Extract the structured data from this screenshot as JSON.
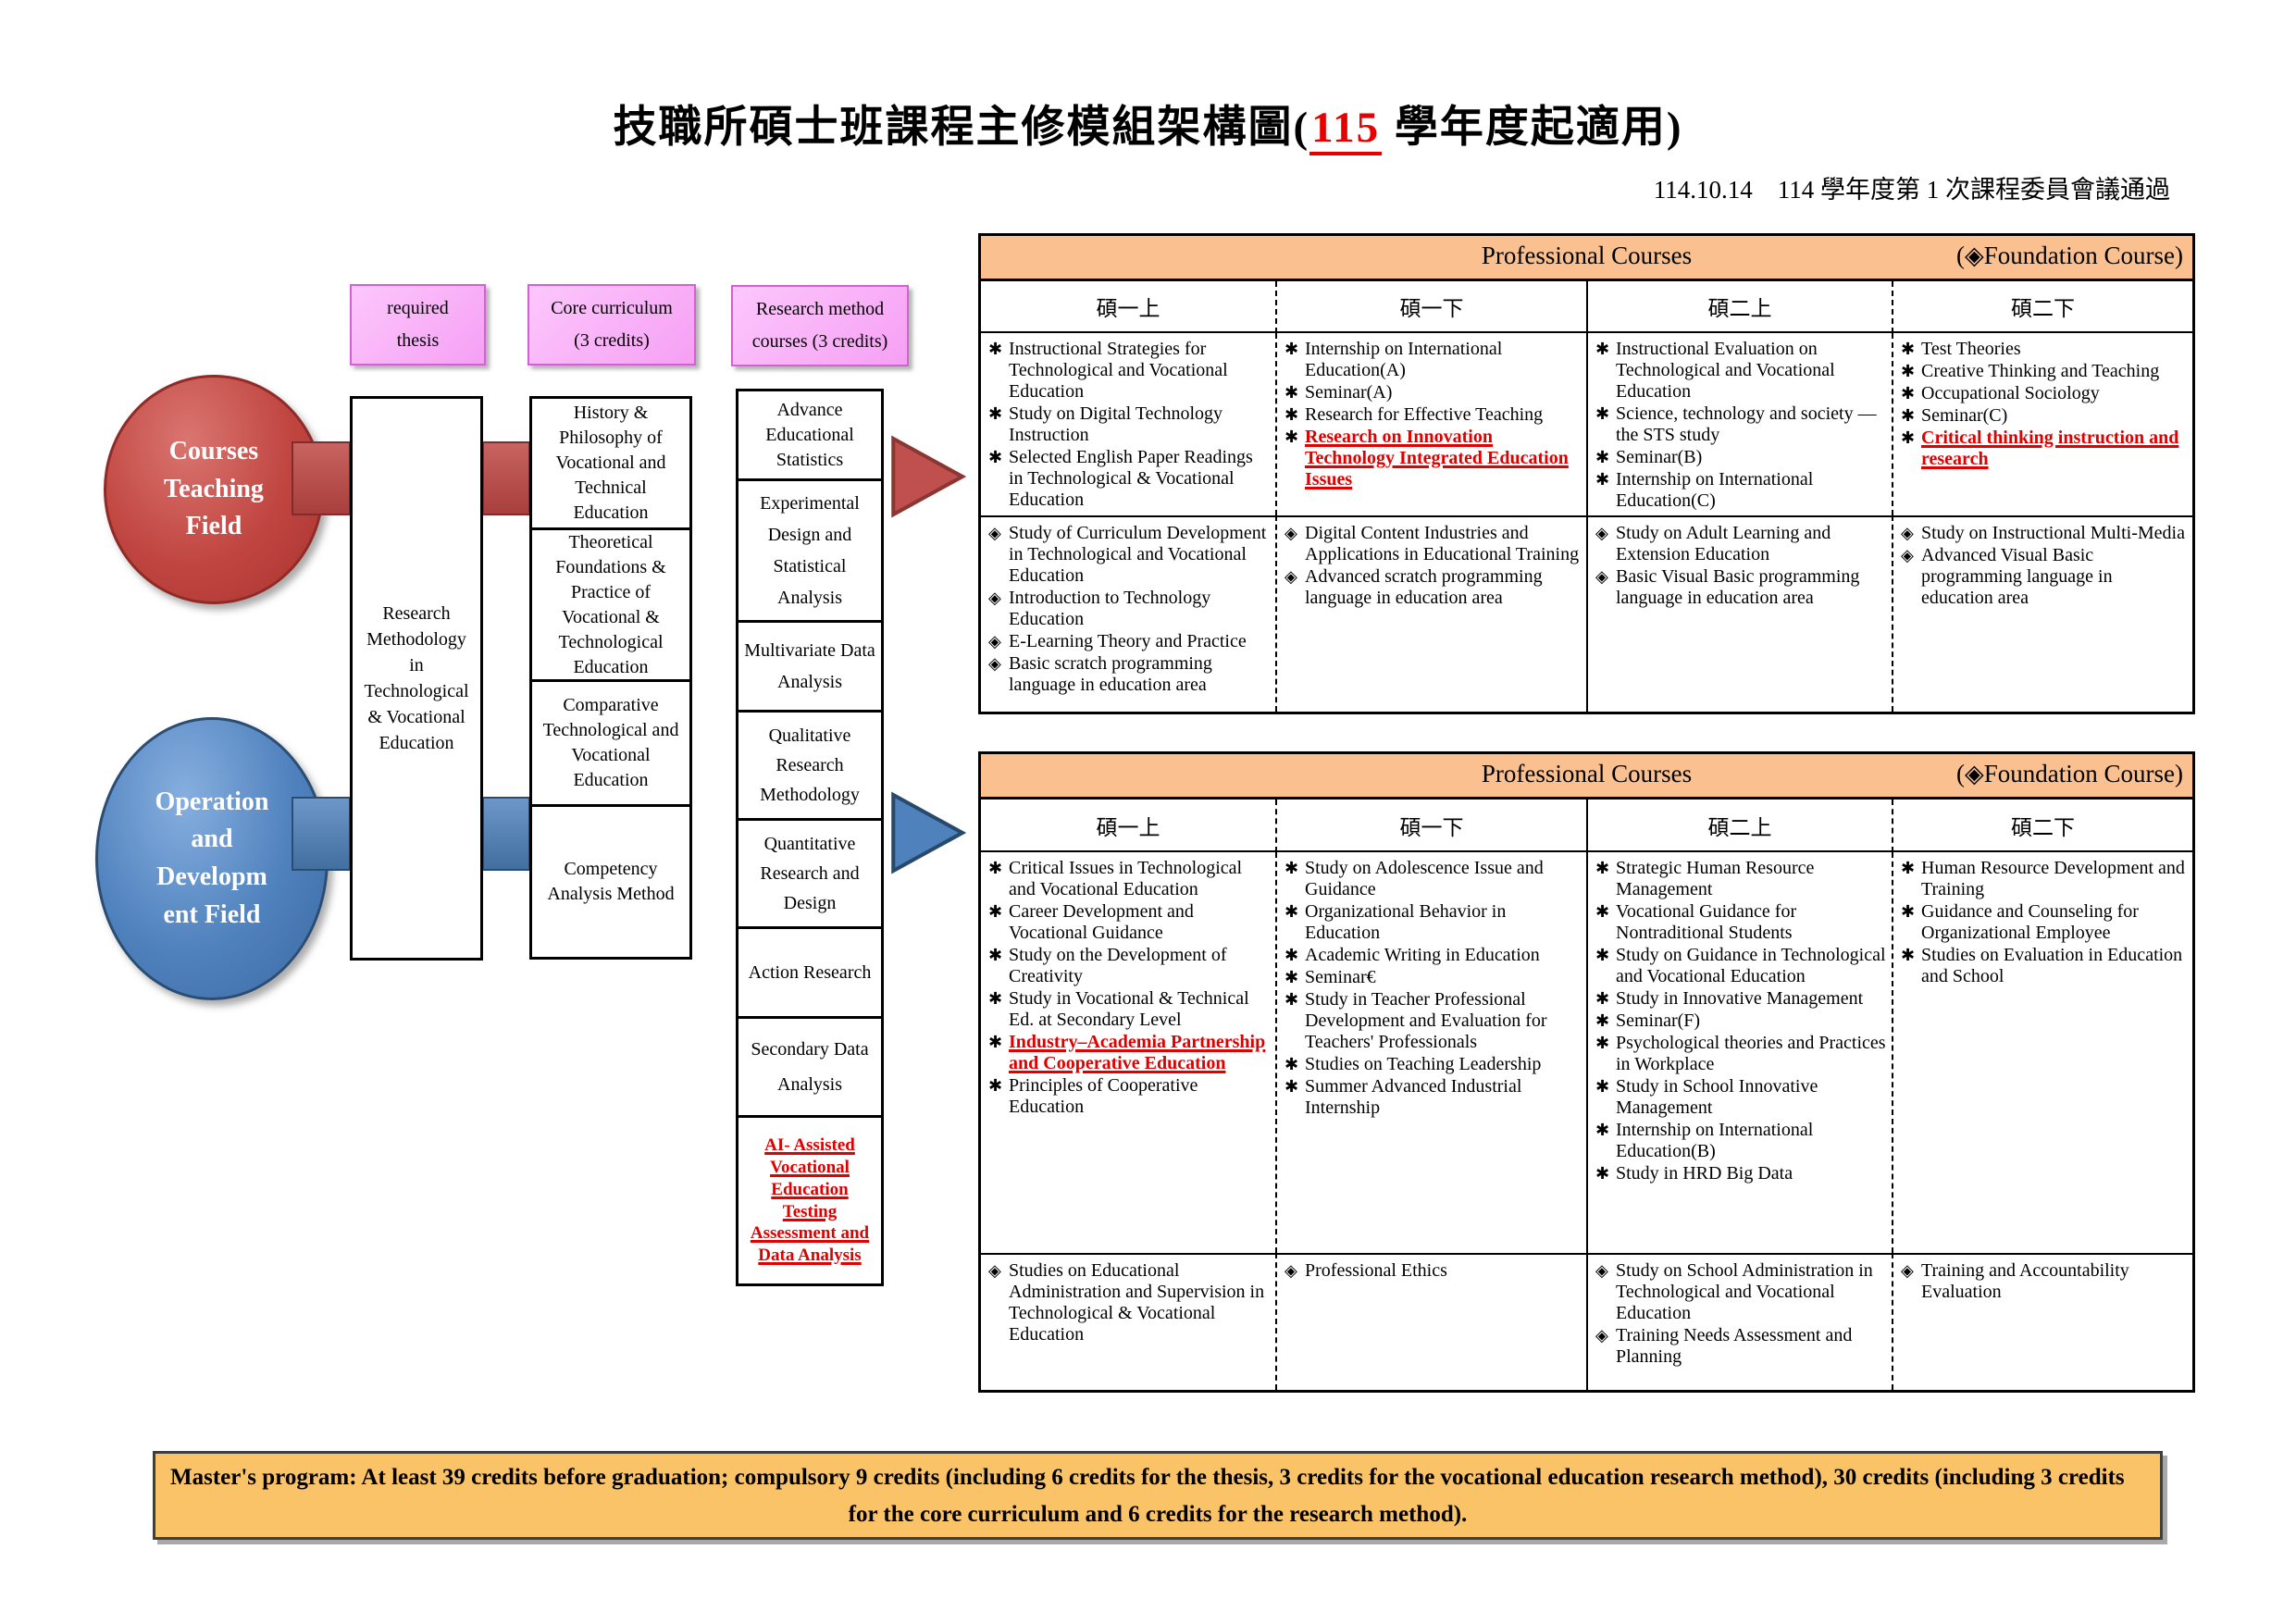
{
  "title": {
    "prefix": "技職所碩士班課程主修模組架構圖(",
    "highlight": "115",
    "suffix": " 學年度起適用)"
  },
  "subtitle": "114.10.14　114 學年度第 1 次課程委員會議通過",
  "symbols": {
    "professional": "✱",
    "foundation": "◈"
  },
  "flow": {
    "pink_boxes": [
      {
        "lines": [
          "required",
          "thesis"
        ]
      },
      {
        "lines": [
          "Core curriculum",
          "(3 credits)"
        ]
      },
      {
        "lines": [
          "Research method",
          "courses (3 credits)"
        ]
      }
    ],
    "fields": [
      {
        "lines": [
          "Courses",
          "Teaching",
          "Field"
        ]
      },
      {
        "lines": [
          "Operation",
          "and",
          "Developm",
          "ent Field"
        ]
      }
    ],
    "methodology_box": "Research Methodology in Technological & Vocational Education",
    "core_boxes": [
      "History & Philosophy of Vocational and Technical Education",
      "Theoretical Foundations & Practice of Vocational & Technological Education",
      "Comparative Technological and Vocational Education",
      "Competency Analysis Method"
    ],
    "method_boxes": [
      {
        "text": "Advance Educational Statistics"
      },
      {
        "text": "Experimental Design and Statistical Analysis"
      },
      {
        "text": "Multivariate Data Analysis"
      },
      {
        "text": "Qualitative Research Methodology"
      },
      {
        "text": "Quantitative Research and Design"
      },
      {
        "text": "Action Research"
      },
      {
        "text": "Secondary Data Analysis"
      },
      {
        "text": "AI- Assisted Vocational Education Testing Assessment and Data Analysis",
        "highlight": true
      }
    ]
  },
  "tables": [
    {
      "header": "Professional  Courses",
      "header_note": "(◈Foundation  Course)",
      "columns": [
        "碩一上",
        "碩一下",
        "碩二上",
        "碩二下"
      ],
      "professional": [
        [
          {
            "text": "Instructional Strategies for Technological and Vocational Education"
          },
          {
            "text": "Study on Digital Technology Instruction"
          },
          {
            "text": "Selected English Paper Readings in Technological & Vocational Education"
          }
        ],
        [
          {
            "text": "Internship on International Education(A)"
          },
          {
            "text": "Seminar(A)"
          },
          {
            "text": "Research for Effective Teaching"
          },
          {
            "text": "Research on Innovation Technology Integrated Education Issues",
            "highlight": true
          }
        ],
        [
          {
            "text": "Instructional Evaluation on Technological and Vocational Education"
          },
          {
            "text": "Science, technology and society — the STS study"
          },
          {
            "text": "Seminar(B)"
          },
          {
            "text": "Internship on International Education(C)"
          }
        ],
        [
          {
            "text": "Test Theories"
          },
          {
            "text": "Creative Thinking and Teaching"
          },
          {
            "text": "Occupational Sociology"
          },
          {
            "text": "Seminar(C)"
          },
          {
            "text": "Critical thinking instruction and research",
            "highlight": true
          }
        ]
      ],
      "foundation": [
        [
          {
            "text": "Study of Curriculum Development in Technological and Vocational Education"
          },
          {
            "text": "Introduction to Technology Education"
          },
          {
            "text": "E-Learning Theory and Practice"
          },
          {
            "text": "Basic scratch programming language in education area"
          }
        ],
        [
          {
            "text": "Digital Content Industries and Applications in Educational Training"
          },
          {
            "text": "Advanced scratch programming language in education area"
          }
        ],
        [
          {
            "text": "Study on Adult Learning and Extension Education"
          },
          {
            "text": "Basic Visual Basic programming language in education area"
          }
        ],
        [
          {
            "text": "Study on Instructional Multi-Media"
          },
          {
            "text": "Advanced Visual Basic programming language in education area"
          }
        ]
      ]
    },
    {
      "header": "Professional Courses",
      "header_note": "(◈Foundation Course)",
      "columns": [
        "碩一上",
        "碩一下",
        "碩二上",
        "碩二下"
      ],
      "professional": [
        [
          {
            "text": "Critical Issues in Technological and Vocational Education"
          },
          {
            "text": "Career Development and Vocational Guidance"
          },
          {
            "text": "Study on the Development of Creativity"
          },
          {
            "text": "Study in Vocational & Technical Ed. at Secondary Level"
          },
          {
            "text": "Industry–Academia Partnership and Cooperative Education",
            "highlight": true
          },
          {
            "text": "Principles of Cooperative Education"
          }
        ],
        [
          {
            "text": "Study on Adolescence Issue and Guidance"
          },
          {
            "text": "Organizational Behavior in Education"
          },
          {
            "text": "Academic Writing in Education"
          },
          {
            "text": "Seminar€"
          },
          {
            "text": "Study in Teacher Professional Development and Evaluation for Teachers' Professionals"
          },
          {
            "text": "Studies on Teaching Leadership"
          },
          {
            "text": "Summer Advanced Industrial Internship"
          }
        ],
        [
          {
            "text": "Strategic Human Resource Management"
          },
          {
            "text": "Vocational Guidance for Nontraditional Students"
          },
          {
            "text": "Study on Guidance in Technological and Vocational Education"
          },
          {
            "text": "Study in Innovative Management"
          },
          {
            "text": "Seminar(F)"
          },
          {
            "text": "Psychological theories and Practices in Workplace"
          },
          {
            "text": "Study in School Innovative Management"
          },
          {
            "text": "Internship on International Education(B)"
          },
          {
            "text": "Study in HRD Big Data"
          }
        ],
        [
          {
            "text": "Human Resource Development and Training"
          },
          {
            "text": "Guidance and Counseling for Organizational Employee"
          },
          {
            "text": "Studies on Evaluation in Education and School"
          }
        ]
      ],
      "foundation": [
        [
          {
            "text": "Studies on Educational Administration and Supervision in Technological & Vocational Education"
          }
        ],
        [
          {
            "text": "Professional Ethics"
          }
        ],
        [
          {
            "text": "Study on School Administration in Technological and Vocational Education"
          },
          {
            "text": "Training Needs Assessment and Planning"
          }
        ],
        [
          {
            "text": "Training and Accountability Evaluation"
          }
        ]
      ]
    }
  ],
  "note": {
    "line1": "Master's program: At least 39 credits before graduation; compulsory 9 credits (including 6 credits for the thesis, 3 credits for the vocational education research method), 30 credits (including 3 credits",
    "line2": "for the core curriculum and 6 credits for the research method)."
  }
}
